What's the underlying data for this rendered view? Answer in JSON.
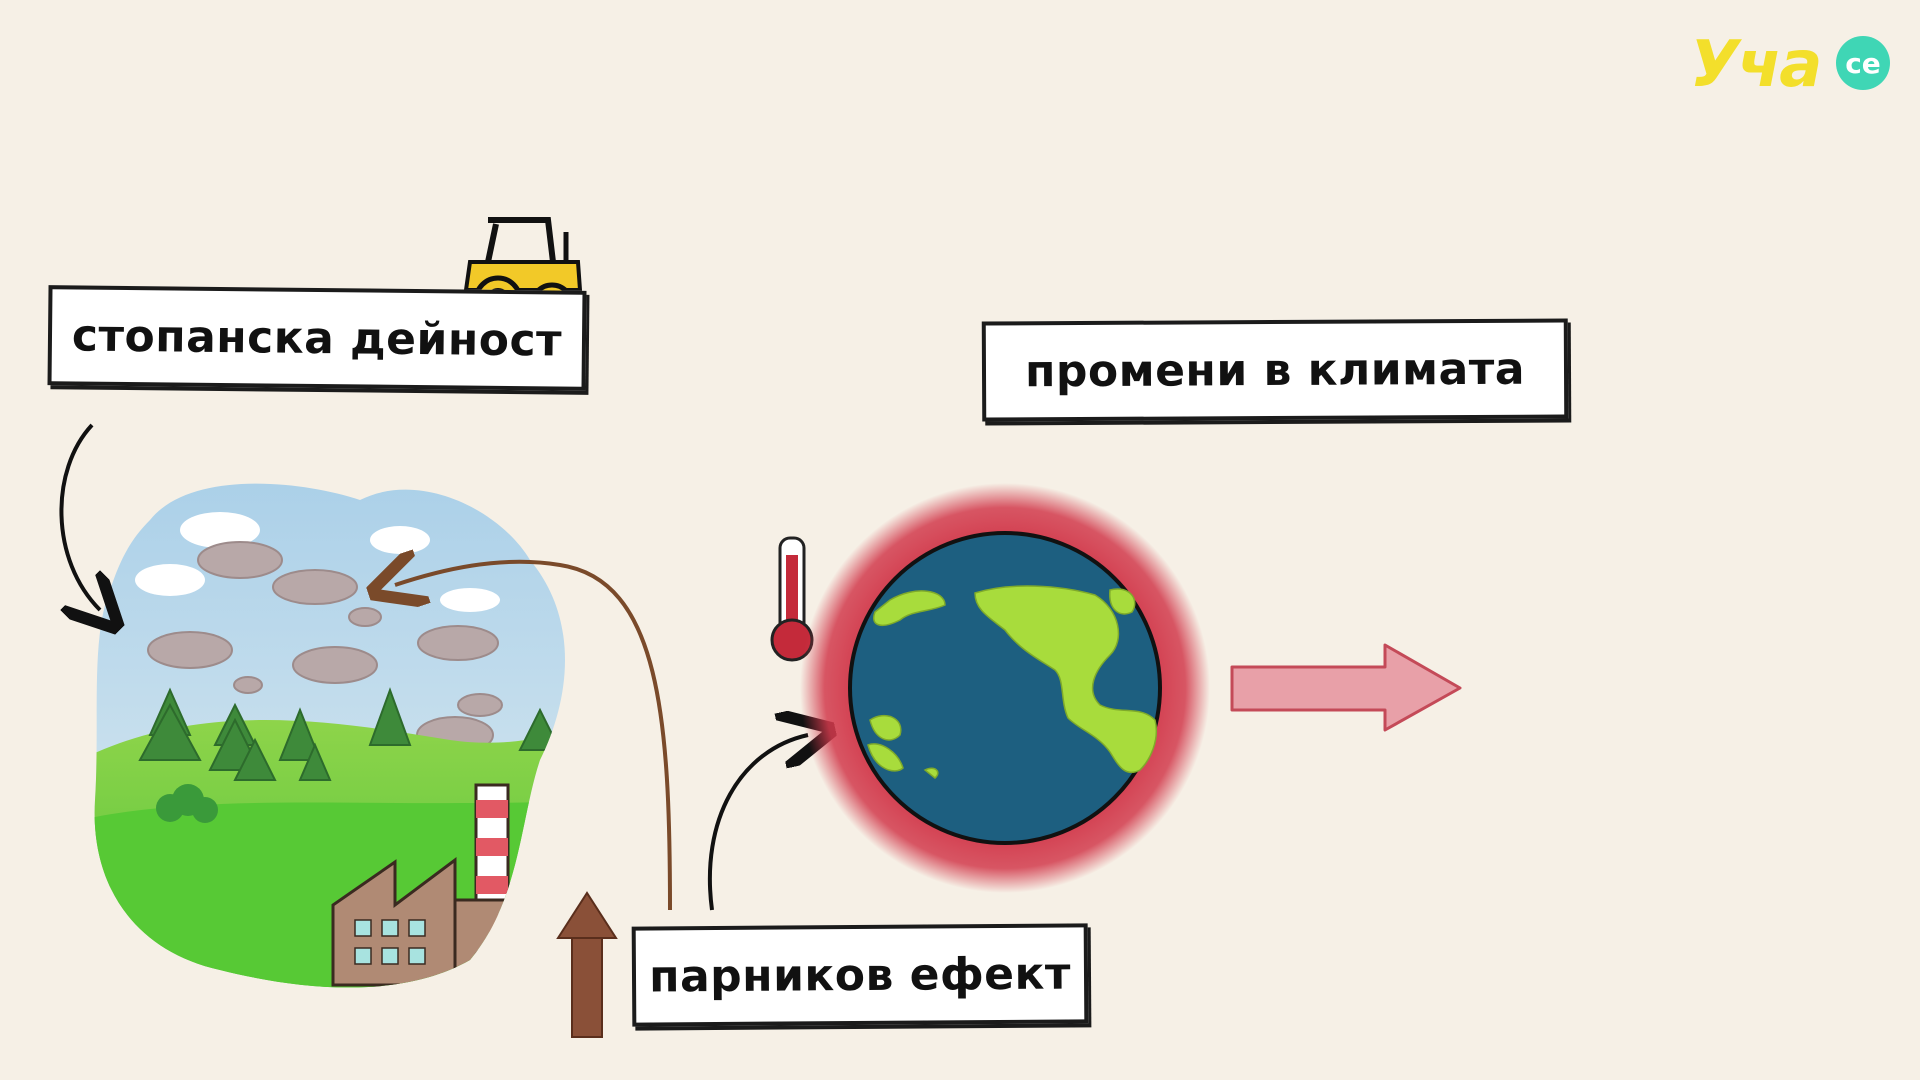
{
  "logo": {
    "main": "Уча",
    "badge": "се"
  },
  "labels": {
    "economic_activity": "стопанска дейност",
    "climate_change": "промени в климата",
    "greenhouse_effect": "парников ефект"
  },
  "colors": {
    "background": "#f6f0e6",
    "logo_yellow": "#f3df2b",
    "logo_teal": "#3fd6b5",
    "earth_ocean": "#1d5f80",
    "earth_land": "#a8dc3c",
    "heat_halo": "#d23a4c",
    "result_arrow": "#e8a0a8",
    "brown_arrow": "#7a4a2a",
    "tractor": "#f2c928"
  }
}
